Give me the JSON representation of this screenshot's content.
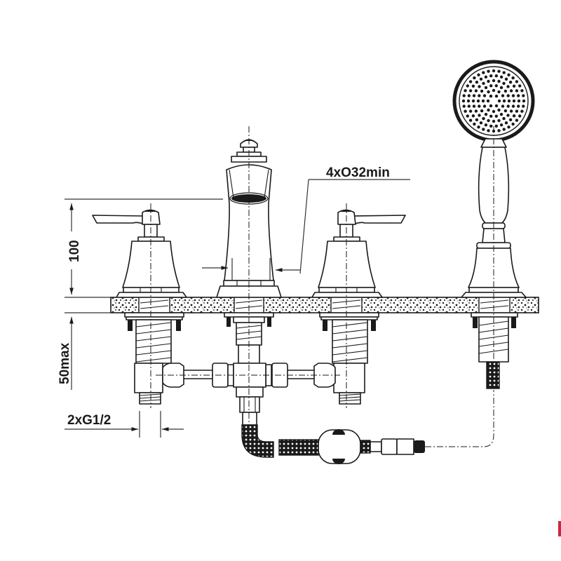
{
  "drawing": {
    "title": "Three-hole deck-mounted bath mixer with hand shower - installation dimensions",
    "units": "mm",
    "colors": {
      "line": "#1a1a1a",
      "background": "#ffffff",
      "edge_marker": "#c8283c"
    }
  },
  "dimensions": {
    "spout_height": {
      "label": "100",
      "value": 100,
      "orientation": "vertical"
    },
    "deck_thickness": {
      "label": "50max",
      "value": 50,
      "qualifier": "max",
      "orientation": "vertical"
    },
    "inlet_connection": {
      "label": "2xG1/2",
      "count": 2,
      "thread": "G1/2"
    },
    "hole_diameter": {
      "label": "4xO32min",
      "count": 4,
      "diameter": 32,
      "qualifier": "min"
    }
  },
  "components": [
    {
      "id": "handle-left",
      "name": "Left lever handle (hot)"
    },
    {
      "id": "spout",
      "name": "Center spout"
    },
    {
      "id": "handle-right",
      "name": "Right lever handle (cold)"
    },
    {
      "id": "hand-shower",
      "name": "Hand shower with holder"
    },
    {
      "id": "deck",
      "name": "Deck / countertop section"
    },
    {
      "id": "manifold",
      "name": "Cross connection manifold"
    },
    {
      "id": "diverter-hose",
      "name": "Braided hose with weight"
    }
  ]
}
